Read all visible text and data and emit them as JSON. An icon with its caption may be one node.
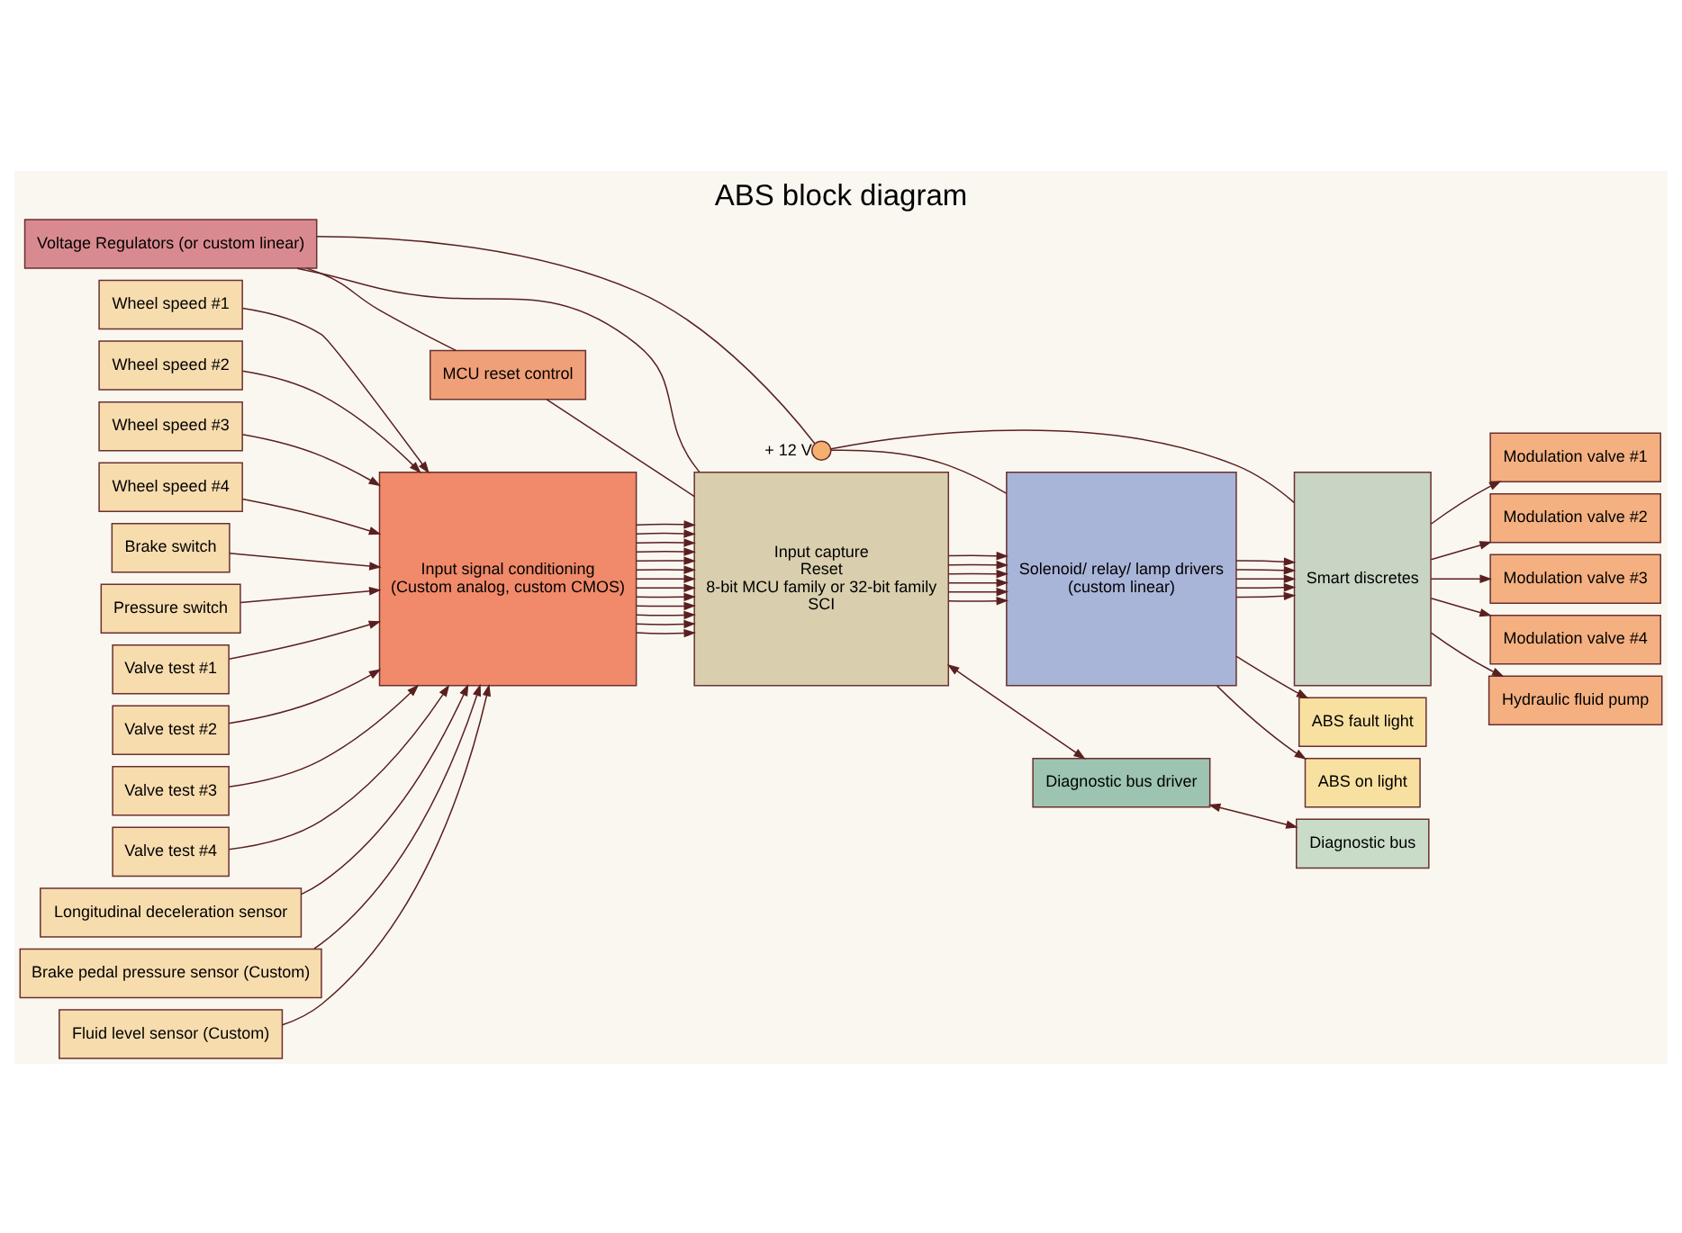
{
  "diagram": {
    "title": "ABS block diagram",
    "nodes": [
      {
        "text": [
          "Wheel speed #1"
        ]
      },
      {
        "text": [
          "Wheel speed #2"
        ]
      },
      {
        "text": [
          "Wheel speed #3"
        ]
      },
      {
        "text": [
          "Wheel speed #4"
        ]
      },
      {
        "text": [
          "Brake switch"
        ]
      },
      {
        "text": [
          "Pressure switch"
        ]
      },
      {
        "text": [
          "Valve test #1"
        ]
      },
      {
        "text": [
          "Valve test #2"
        ]
      },
      {
        "text": [
          "Valve test #3"
        ]
      },
      {
        "text": [
          "Valve test #4"
        ]
      },
      {
        "text": [
          "Longitudinal deceleration sensor"
        ]
      },
      {
        "text": [
          "Brake pedal pressure sensor (Custom)"
        ]
      },
      {
        "text": [
          "Fluid level sensor (Custom)"
        ]
      },
      {
        "text": [
          "Input signal conditioning",
          "(Custom analog, custom CMOS)"
        ]
      },
      {
        "text": [
          "Input capture",
          "Reset",
          "8-bit MCU family or 32-bit family",
          "SCI"
        ]
      },
      {
        "text": [
          "Voltage Regulators (or custom linear)"
        ]
      },
      {
        "text": [
          "MCU reset control"
        ]
      },
      {
        "text": [],
        "shape": "circle",
        "beside": [
          "+ 12 V"
        ]
      },
      {
        "text": [
          "Solenoid/ relay/ lamp drivers",
          "(custom linear)"
        ]
      },
      {
        "text": [
          "Smart discretes"
        ]
      },
      {
        "text": [
          "Modulation valve #1"
        ]
      },
      {
        "text": [
          "Modulation valve #2"
        ]
      },
      {
        "text": [
          "Modulation valve #3"
        ]
      },
      {
        "text": [
          "Modulation valve #4"
        ]
      },
      {
        "text": [
          "Hydraulic fluid pump"
        ]
      },
      {
        "text": [
          "ABS on light"
        ]
      },
      {
        "text": [
          "ABS fault light"
        ]
      },
      {
        "text": [
          "Diagnostic bus driver"
        ]
      },
      {
        "text": [
          "Diagnostic bus"
        ]
      }
    ],
    "edges": [
      {
        "from": 0,
        "to": 13,
        "arrow": "to"
      },
      {
        "from": 1,
        "to": 13,
        "arrow": "to"
      },
      {
        "from": 2,
        "to": 13,
        "arrow": "to"
      },
      {
        "from": 3,
        "to": 13,
        "arrow": "to"
      },
      {
        "from": 4,
        "to": 13,
        "arrow": "to"
      },
      {
        "from": 5,
        "to": 13,
        "arrow": "to"
      },
      {
        "from": 6,
        "to": 13,
        "arrow": "to"
      },
      {
        "from": 7,
        "to": 13,
        "arrow": "to"
      },
      {
        "from": 8,
        "to": 13,
        "arrow": "to"
      },
      {
        "from": 9,
        "to": 13,
        "arrow": "to"
      },
      {
        "from": 10,
        "to": 13,
        "arrow": "to"
      },
      {
        "from": 11,
        "to": 13,
        "arrow": "to"
      },
      {
        "from": 12,
        "to": 13,
        "arrow": "to"
      },
      {
        "from": 13,
        "to": 14,
        "arrow": "to"
      },
      {
        "from": 13,
        "to": 14,
        "arrow": "to"
      },
      {
        "from": 13,
        "to": 14,
        "arrow": "to"
      },
      {
        "from": 13,
        "to": 14,
        "arrow": "to"
      },
      {
        "from": 13,
        "to": 14,
        "arrow": "to"
      },
      {
        "from": 13,
        "to": 14,
        "arrow": "to"
      },
      {
        "from": 13,
        "to": 14,
        "arrow": "to"
      },
      {
        "from": 13,
        "to": 14,
        "arrow": "to"
      },
      {
        "from": 13,
        "to": 14,
        "arrow": "to"
      },
      {
        "from": 13,
        "to": 14,
        "arrow": "to"
      },
      {
        "from": 13,
        "to": 14,
        "arrow": "to"
      },
      {
        "from": 13,
        "to": 14,
        "arrow": "to"
      },
      {
        "from": 13,
        "to": 14,
        "arrow": "to"
      },
      {
        "from": 15,
        "to": 14,
        "arrow": "none"
      },
      {
        "from": 15,
        "to": 16,
        "arrow": "none"
      },
      {
        "from": 16,
        "to": 14,
        "arrow": "none"
      },
      {
        "from": 15,
        "to": 17,
        "arrow": "none"
      },
      {
        "from": 17,
        "to": 18,
        "arrow": "none"
      },
      {
        "from": 17,
        "to": 19,
        "arrow": "none"
      },
      {
        "from": 14,
        "to": 18,
        "arrow": "to"
      },
      {
        "from": 14,
        "to": 18,
        "arrow": "to"
      },
      {
        "from": 14,
        "to": 18,
        "arrow": "to"
      },
      {
        "from": 14,
        "to": 18,
        "arrow": "to"
      },
      {
        "from": 14,
        "to": 18,
        "arrow": "to"
      },
      {
        "from": 14,
        "to": 18,
        "arrow": "to"
      },
      {
        "from": 18,
        "to": 19,
        "arrow": "to"
      },
      {
        "from": 18,
        "to": 19,
        "arrow": "to"
      },
      {
        "from": 18,
        "to": 19,
        "arrow": "to"
      },
      {
        "from": 18,
        "to": 19,
        "arrow": "to"
      },
      {
        "from": 18,
        "to": 19,
        "arrow": "to"
      },
      {
        "from": 19,
        "to": 20,
        "arrow": "to"
      },
      {
        "from": 19,
        "to": 21,
        "arrow": "to"
      },
      {
        "from": 19,
        "to": 22,
        "arrow": "to"
      },
      {
        "from": 19,
        "to": 23,
        "arrow": "to"
      },
      {
        "from": 19,
        "to": 24,
        "arrow": "to"
      },
      {
        "from": 18,
        "to": 25,
        "arrow": "to"
      },
      {
        "from": 18,
        "to": 26,
        "arrow": "to"
      },
      {
        "from": 14,
        "to": 27,
        "arrow": "both"
      },
      {
        "from": 27,
        "to": 28,
        "arrow": "both"
      }
    ]
  }
}
